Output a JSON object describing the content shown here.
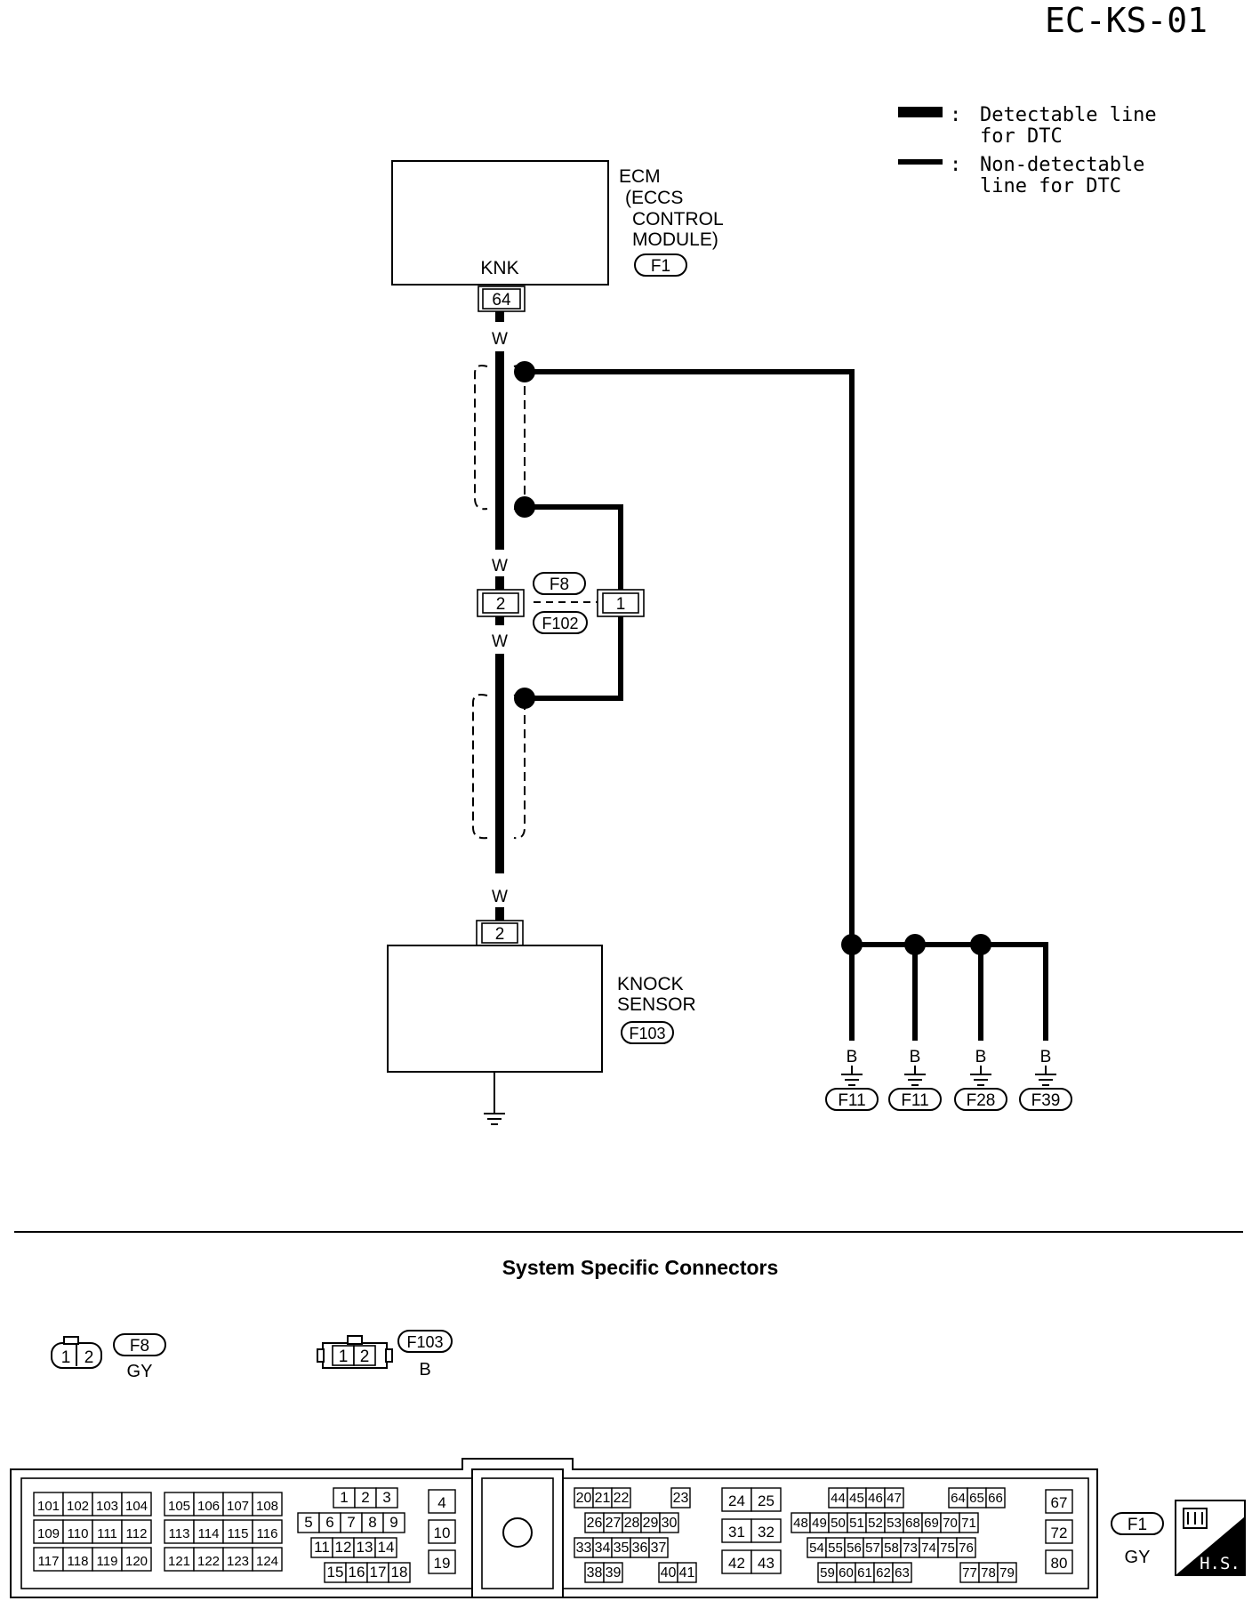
{
  "page_code": "EC-KS-01",
  "legend": {
    "detectable": [
      "Detectable line",
      "for DTC"
    ],
    "nondetectable": [
      "Non-detectable",
      "line for DTC"
    ],
    "sep": ":"
  },
  "ecm": {
    "title": "ECM",
    "subtitle": [
      "(ECCS",
      "CONTROL",
      "MODULE)"
    ],
    "connector": "F1",
    "terminal_label": "KNK",
    "pin": "64"
  },
  "wire_color_w": "W",
  "joint_connector": {
    "pin_left": "2",
    "pin_right": "1",
    "tag_top": "F8",
    "tag_bottom": "F102"
  },
  "knock_sensor": {
    "title": [
      "KNOCK",
      "SENSOR"
    ],
    "connector": "F103",
    "pin": "2"
  },
  "grounds": [
    {
      "wire": "B",
      "tag": "F11"
    },
    {
      "wire": "B",
      "tag": "F11"
    },
    {
      "wire": "B",
      "tag": "F28"
    },
    {
      "wire": "B",
      "tag": "F39"
    }
  ],
  "section_title": "System Specific Connectors",
  "connector_f8": {
    "pins": [
      "1",
      "2"
    ],
    "tag": "F8",
    "color": "GY"
  },
  "connector_f103": {
    "pins": [
      "1",
      "2"
    ],
    "tag": "F103",
    "color": "B"
  },
  "ecm_connector": {
    "tag": "F1",
    "color": "GY",
    "hs_label": "H.S.",
    "group1_rows": [
      [
        "101",
        "102",
        "103",
        "104"
      ],
      [
        "109",
        "110",
        "111",
        "112"
      ],
      [
        "117",
        "118",
        "119",
        "120"
      ]
    ],
    "group2_rows": [
      [
        "105",
        "106",
        "107",
        "108"
      ],
      [
        "113",
        "114",
        "115",
        "116"
      ],
      [
        "121",
        "122",
        "123",
        "124"
      ]
    ],
    "group3_rows": [
      [
        "1",
        "2",
        "3"
      ],
      [
        "5",
        "6",
        "7",
        "8",
        "9"
      ],
      [
        "11",
        "12",
        "13",
        "14"
      ],
      [
        "15",
        "16",
        "17",
        "18"
      ]
    ],
    "group4": [
      "4",
      "10",
      "19"
    ],
    "group5_rows": [
      [
        "20",
        "21",
        "22",
        "23"
      ],
      [
        "26",
        "27",
        "28",
        "29",
        "30"
      ],
      [
        "33",
        "34",
        "35",
        "36",
        "37"
      ],
      [
        "38",
        "39",
        "40",
        "41"
      ]
    ],
    "group6_rows": [
      [
        "24",
        "25"
      ],
      [
        "31",
        "32"
      ],
      [
        "42",
        "43"
      ]
    ],
    "group7_rows": [
      [
        "44",
        "45",
        "46",
        "47",
        "64",
        "65",
        "66"
      ],
      [
        "48",
        "49",
        "50",
        "51",
        "52",
        "53",
        "68",
        "69",
        "70",
        "71"
      ],
      [
        "54",
        "55",
        "56",
        "57",
        "58",
        "73",
        "74",
        "75",
        "76"
      ],
      [
        "59",
        "60",
        "61",
        "62",
        "63",
        "77",
        "78",
        "79"
      ]
    ],
    "group8": [
      "67",
      "72",
      "80"
    ]
  }
}
